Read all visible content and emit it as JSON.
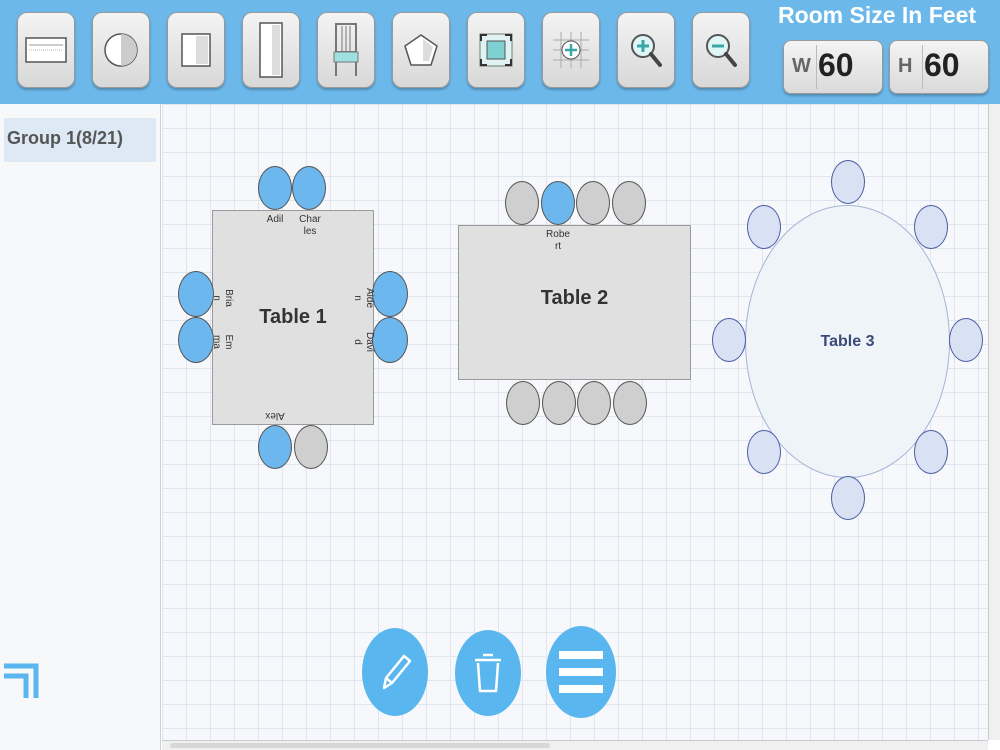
{
  "room_size": {
    "title": "Room Size In Feet",
    "width_label": "W",
    "width": "60",
    "height_label": "H",
    "height": "60"
  },
  "toolbar": {
    "tools": [
      {
        "name": "rectangle-table-icon"
      },
      {
        "name": "round-table-icon"
      },
      {
        "name": "square-table-icon"
      },
      {
        "name": "long-table-icon"
      },
      {
        "name": "chair-icon"
      },
      {
        "name": "pentagon-icon"
      },
      {
        "name": "fit-view-icon"
      },
      {
        "name": "grid-snap-icon"
      },
      {
        "name": "zoom-in-icon"
      },
      {
        "name": "zoom-out-icon"
      }
    ]
  },
  "sidebar": {
    "group_label": "Group 1(8/21)"
  },
  "tables": {
    "t1": {
      "label": "Table 1"
    },
    "t2": {
      "label": "Table 2"
    },
    "t3": {
      "label": "Table 3"
    }
  },
  "guests": {
    "adil": "Adil",
    "charles": "Char\nles",
    "brian": "Bria\nn",
    "emma": "Em\nma",
    "aiden": "Aide\nn",
    "david": "Davi\nd",
    "alex": "Alex",
    "robert": "Robe\nrt"
  },
  "colors": {
    "accent": "#6cb8ea",
    "seat_occupied": "#6cb7ee",
    "seat_empty": "#cfcfcf",
    "action": "#5ab6ee"
  }
}
